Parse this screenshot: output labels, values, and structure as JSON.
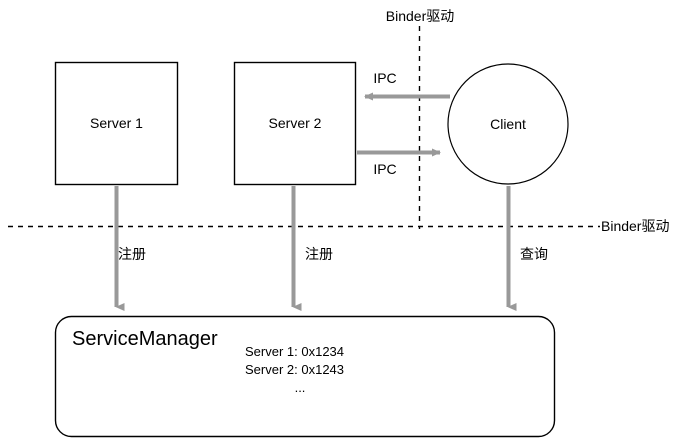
{
  "diagram": {
    "type": "binder-architecture-diagram",
    "colors": {
      "stroke": "#000000",
      "arrow": "#999999",
      "text": "#000000",
      "background": "#ffffff",
      "dashed": "#000000"
    },
    "nodes": [
      {
        "id": "server1",
        "shape": "rectangle",
        "label": "Server 1"
      },
      {
        "id": "server2",
        "shape": "rectangle",
        "label": "Server 2"
      },
      {
        "id": "client",
        "shape": "circle",
        "label": "Client"
      },
      {
        "id": "servicemanager",
        "shape": "rounded-rectangle",
        "label": "ServiceManager"
      }
    ],
    "service_manager": {
      "title": "ServiceManager",
      "entries": [
        "Server 1: 0x1234",
        "Server 2: 0x1243"
      ],
      "ellipsis": "..."
    },
    "edges": [
      {
        "id": "client-to-server2",
        "from": "client",
        "to": "server2",
        "label": "IPC",
        "direction": "left"
      },
      {
        "id": "server2-to-client",
        "from": "server2",
        "to": "client",
        "label": "IPC",
        "direction": "right"
      },
      {
        "id": "server1-register",
        "from": "server1",
        "to": "servicemanager",
        "label": "注册",
        "direction": "down"
      },
      {
        "id": "server2-register",
        "from": "server2",
        "to": "servicemanager",
        "label": "注册",
        "direction": "down"
      },
      {
        "id": "client-query",
        "from": "client",
        "to": "servicemanager",
        "label": "查询",
        "direction": "down"
      }
    ],
    "boundaries": [
      {
        "id": "vertical-binder-boundary",
        "orientation": "vertical",
        "label": "Binder驱动"
      },
      {
        "id": "horizontal-binder-boundary",
        "orientation": "horizontal",
        "label": "Binder驱动"
      }
    ]
  }
}
